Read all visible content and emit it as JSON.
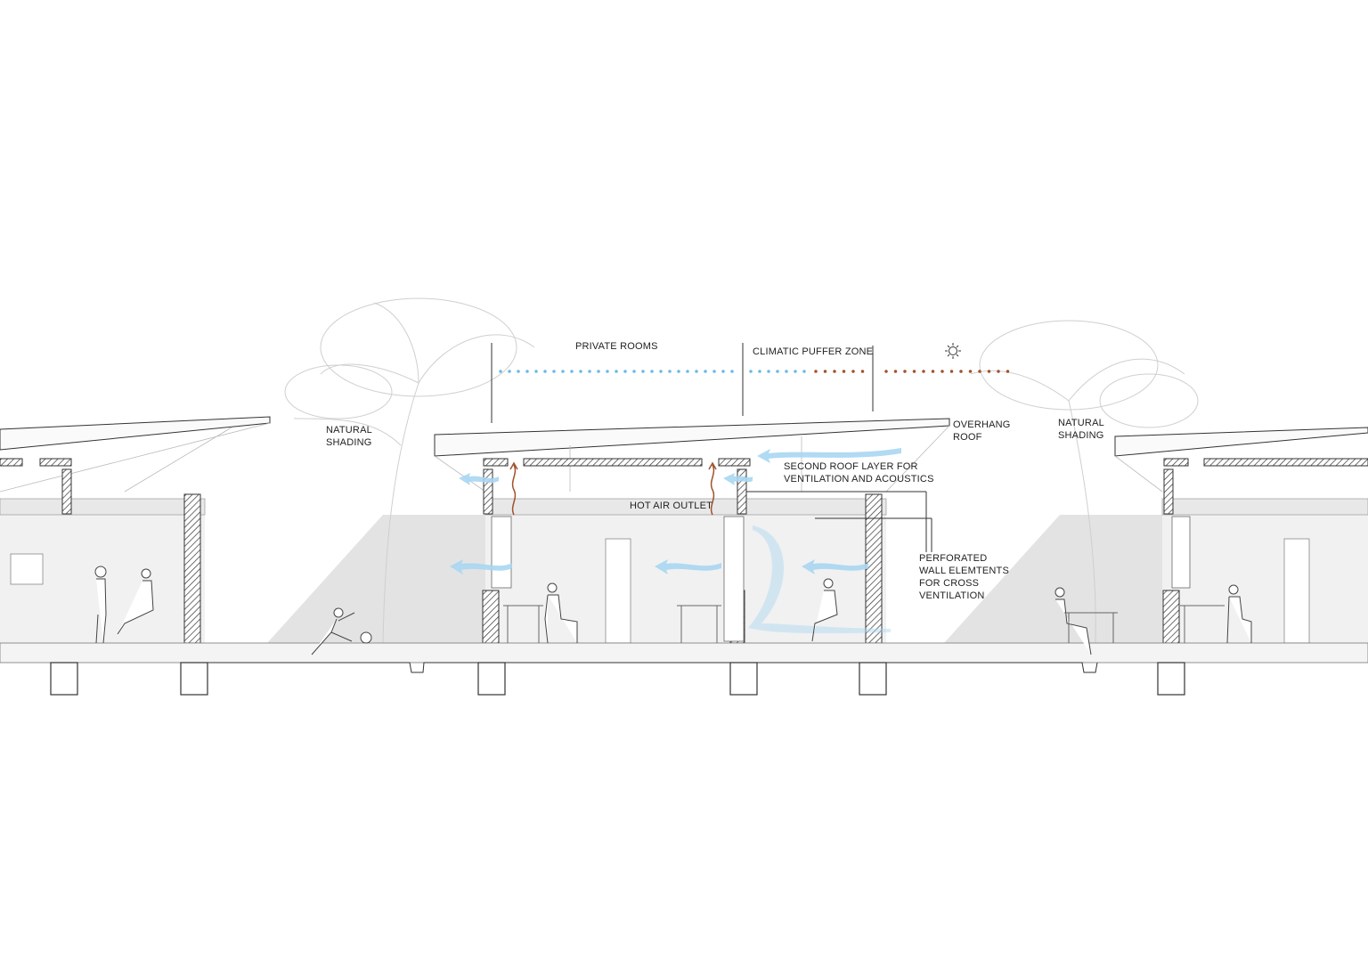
{
  "labels": {
    "private_rooms": "PRIVATE ROOMS",
    "climatic_zone": "CLIMATIC PUFFER ZONE",
    "natural_shading_left": "NATURAL\nSHADING",
    "natural_shading_right": "NATURAL\nSHADING",
    "overhang_roof": "OVERHANG\nROOF",
    "second_roof": "SECOND ROOF LAYER FOR\nVENTILATION AND ACOUSTICS",
    "hot_air_outlet": "HOT AIR OUTLET",
    "perforated_wall": "PERFORATED\nWALL ELEMTENTS\nFOR CROSS\nVENTILATION"
  },
  "icons": [
    "sun-icon",
    "airflow-arrow-icon",
    "hot-air-arrow-icon"
  ],
  "colors": {
    "cool_air": "#6cb8e6",
    "hot_air": "#a0522d",
    "line": "#333333",
    "shade": "#e6e6e6"
  }
}
